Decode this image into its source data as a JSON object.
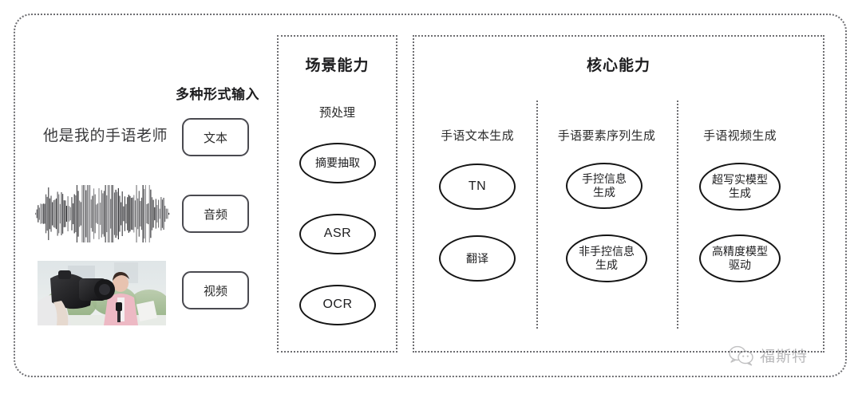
{
  "diagram": {
    "input_section": {
      "heading": "多种形式输入",
      "text_sample": "他是我的手语老师",
      "chips": [
        {
          "label": "文本",
          "icon": "text-icon"
        },
        {
          "label": "音频",
          "icon": "waveform-icon"
        },
        {
          "label": "视频",
          "icon": "video-thumbnail-icon"
        }
      ]
    },
    "scene_panel": {
      "title": "场景能力",
      "subtitle": "预处理",
      "nodes": [
        {
          "label": "摘要抽取",
          "lang": "cn"
        },
        {
          "label": "ASR",
          "lang": "en"
        },
        {
          "label": "OCR",
          "lang": "en"
        }
      ]
    },
    "core_panel": {
      "title": "核心能力",
      "columns": [
        {
          "head": "手语文本生成",
          "nodes": [
            {
              "line1": "TN",
              "line2": "",
              "lang": "en"
            },
            {
              "line1": "翻译",
              "line2": "",
              "lang": "cn"
            }
          ]
        },
        {
          "head": "手语要素序列生成",
          "nodes": [
            {
              "line1": "手控信息",
              "line2": "生成",
              "lang": "cn"
            },
            {
              "line1": "非手控信息",
              "line2": "生成",
              "lang": "cn"
            }
          ]
        },
        {
          "head": "手语视频生成",
          "nodes": [
            {
              "line1": "超写实模型",
              "line2": "生成",
              "lang": "cn"
            },
            {
              "line1": "高精度模型",
              "line2": "驱动",
              "lang": "cn"
            }
          ]
        }
      ]
    },
    "watermark": {
      "icon": "wechat-icon",
      "text": "福斯特"
    },
    "colors": {
      "border_dotted": "#6e6e72",
      "node_stroke": "#141414",
      "chip_stroke": "#4a4a50",
      "text": "#2b2b2b",
      "title": "#1d1d1f"
    }
  }
}
